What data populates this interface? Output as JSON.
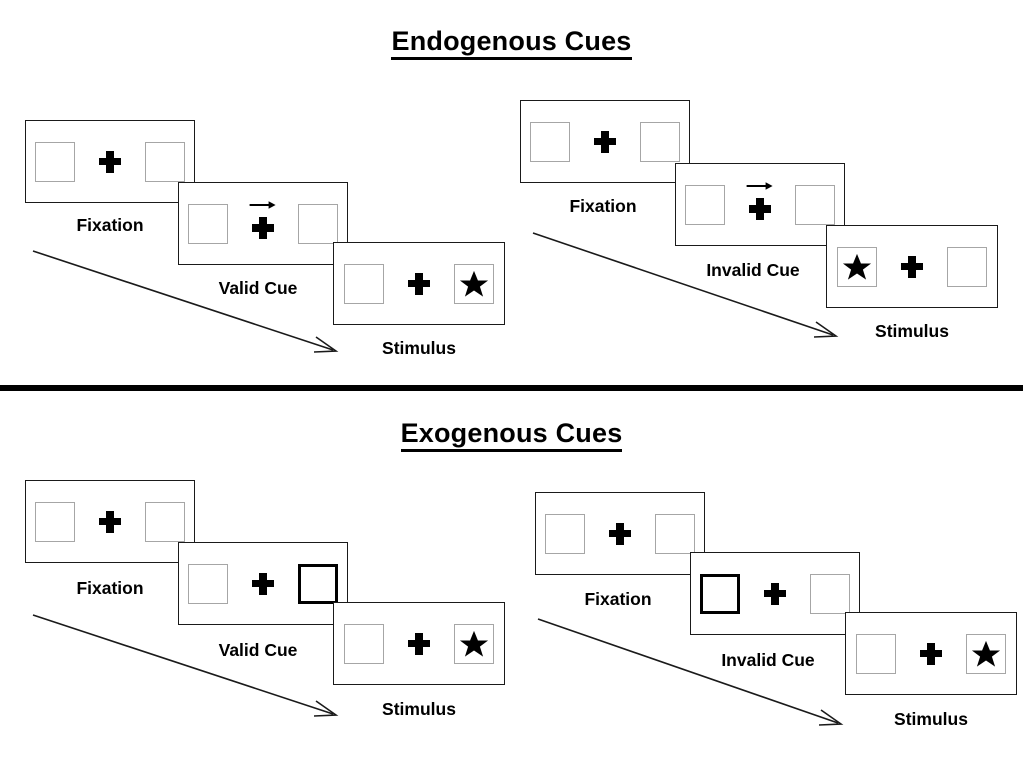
{
  "figure": {
    "sections": [
      {
        "id": "endogenous",
        "title": "Endogenous Cues",
        "cue_type": "arrow",
        "sequences": [
          {
            "id": "valid",
            "panels": [
              {
                "label": "Fixation",
                "left_box": "empty",
                "right_box": "empty",
                "cue": "none",
                "arrow_above_cross": false
              },
              {
                "label": "Valid Cue",
                "left_box": "empty",
                "right_box": "empty",
                "cue": "arrow-right",
                "arrow_above_cross": true
              },
              {
                "label": "Stimulus",
                "left_box": "empty",
                "right_box": "star",
                "cue": "none",
                "arrow_above_cross": false
              }
            ]
          },
          {
            "id": "invalid",
            "panels": [
              {
                "label": "Fixation",
                "left_box": "empty",
                "right_box": "empty",
                "cue": "none",
                "arrow_above_cross": false
              },
              {
                "label": "Invalid Cue",
                "left_box": "empty",
                "right_box": "empty",
                "cue": "arrow-right",
                "arrow_above_cross": true
              },
              {
                "label": "Stimulus",
                "left_box": "star",
                "right_box": "empty",
                "cue": "none",
                "arrow_above_cross": false
              }
            ]
          }
        ]
      },
      {
        "id": "exogenous",
        "title": "Exogenous Cues",
        "cue_type": "box-highlight",
        "sequences": [
          {
            "id": "valid",
            "panels": [
              {
                "label": "Fixation",
                "left_box": "empty",
                "right_box": "empty",
                "cue": "none",
                "arrow_above_cross": false
              },
              {
                "label": "Valid Cue",
                "left_box": "empty",
                "right_box": "cued",
                "cue": "right-box",
                "arrow_above_cross": false
              },
              {
                "label": "Stimulus",
                "left_box": "empty",
                "right_box": "star",
                "cue": "none",
                "arrow_above_cross": false
              }
            ]
          },
          {
            "id": "invalid",
            "panels": [
              {
                "label": "Fixation",
                "left_box": "empty",
                "right_box": "empty",
                "cue": "none",
                "arrow_above_cross": false
              },
              {
                "label": "Invalid Cue",
                "left_box": "cued",
                "right_box": "empty",
                "cue": "left-box",
                "arrow_above_cross": false
              },
              {
                "label": "Stimulus",
                "left_box": "empty",
                "right_box": "star",
                "cue": "none",
                "arrow_above_cross": false
              }
            ]
          }
        ]
      }
    ],
    "colors": {
      "panel_border": "#1a1a1a",
      "box_border": "#a6a6a6",
      "cued_box_border": "#000000",
      "symbol": "#000000",
      "divider": "#000000",
      "background": "#ffffff"
    },
    "icons": {
      "fixation_cross": "plus-cross-icon",
      "target": "star-icon",
      "cue_arrow": "arrow-right-icon",
      "time_flow": "time-arrow-icon"
    }
  }
}
